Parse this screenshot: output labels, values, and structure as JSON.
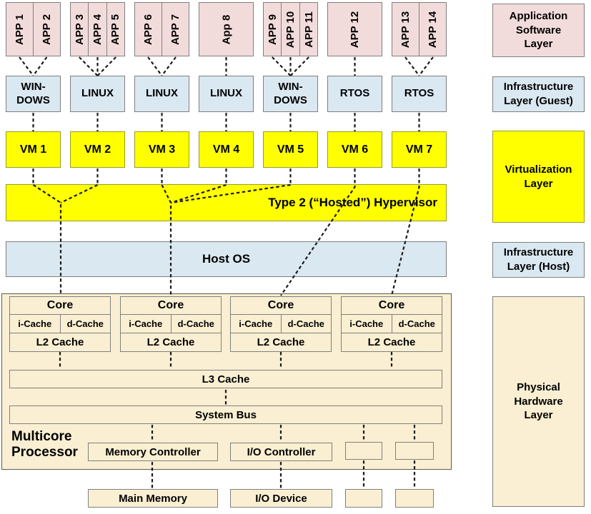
{
  "palette": {
    "pink": "#F2DCDB",
    "blue": "#DAE8F1",
    "yellow": "#FFFF00",
    "cream": "#FAEFD2",
    "border-gray": "#7F7F7F",
    "border-yellow": "#9B9B23",
    "border-dark": "#5C5C52",
    "line": "#1B1B1B"
  },
  "columns": [
    {
      "apps": [
        "APP 1",
        "APP 2"
      ],
      "os": "WIN-\nDOWS",
      "vm": "VM 1"
    },
    {
      "apps": [
        "APP 3",
        "APP 4",
        "APP 5"
      ],
      "os": "LINUX",
      "vm": "VM 2"
    },
    {
      "apps": [
        "APP 6",
        "APP 7"
      ],
      "os": "LINUX",
      "vm": "VM 3"
    },
    {
      "apps": [
        "App 8"
      ],
      "os": "LINUX",
      "vm": "VM 4"
    },
    {
      "apps": [
        "APP 9",
        "APP 10",
        "APP 11"
      ],
      "os": "WIN-\nDOWS",
      "vm": "VM 5"
    },
    {
      "apps": [
        "APP 12"
      ],
      "os": "RTOS",
      "vm": "VM 6"
    },
    {
      "apps": [
        "APP 13",
        "APP 14"
      ],
      "os": "RTOS",
      "vm": "VM 7"
    }
  ],
  "hypervisor_label": "Type 2 (“Hosted”) Hypervisor",
  "host_os_label": "Host OS",
  "hardware": {
    "core": "Core",
    "icache": "i-Cache",
    "dcache": "d-Cache",
    "l2": "L2 Cache",
    "l3": "L3 Cache",
    "system_bus": "System Bus",
    "processor": "Multicore\nProcessor",
    "memory_controller": "Memory Controller",
    "io_controller": "I/O Controller",
    "main_memory": "Main Memory",
    "io_device": "I/O Device"
  },
  "legend": [
    {
      "label": "Application\nSoftware\nLayer"
    },
    {
      "label": "Infrastructure\nLayer (Guest)"
    },
    {
      "label": "Virtualization\nLayer"
    },
    {
      "label": "Infrastructure\nLayer (Host)"
    },
    {
      "label": "Physical\nHardware\nLayer"
    }
  ]
}
